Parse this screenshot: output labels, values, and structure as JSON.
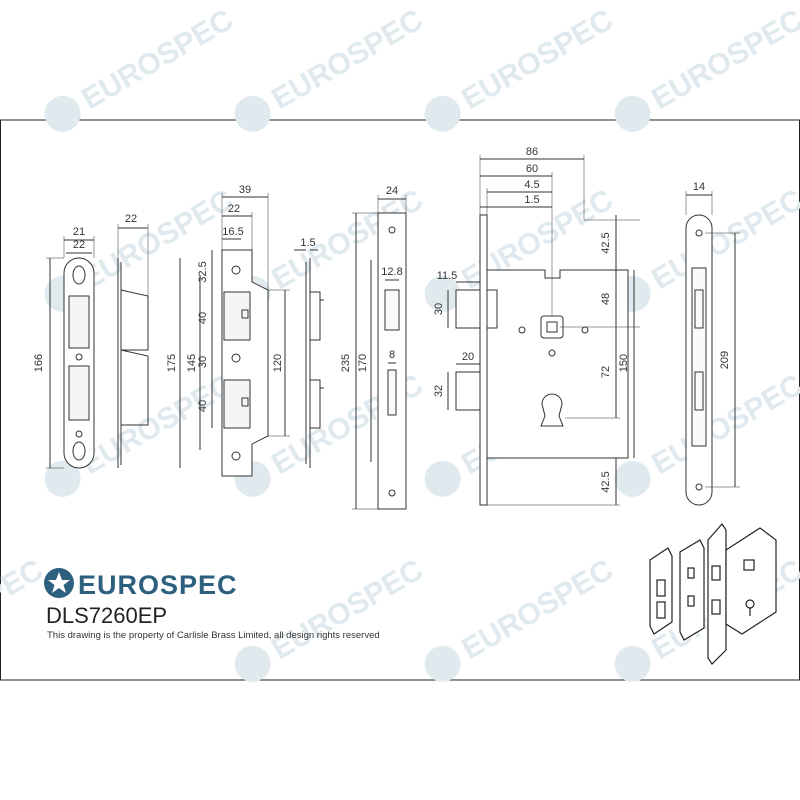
{
  "brand": {
    "name": "EUROSPEC",
    "watermark_text": "EUROSPEC",
    "color": "#2d5f7e",
    "watermark_color": "#dfe9ee"
  },
  "product": {
    "code": "DLS7260EP"
  },
  "footer": {
    "copyright": "This drawing is the property of Carlisle Brass Limited, all design rights reserved"
  },
  "dimensions": {
    "strike_plate": {
      "width_top": "21",
      "width_bottom": "22",
      "height": "166",
      "depth": "22"
    },
    "keep": {
      "overall_width": "39",
      "width": "22",
      "inner_width": "16.5",
      "top_offset": "32.5",
      "slot1": "40",
      "gap": "30",
      "slot2": "40",
      "height_outer": "175",
      "height_mid": "145",
      "height_inner": "120",
      "thickness": "1.5"
    },
    "forend": {
      "width": "24",
      "bolt_width": "12.8",
      "latch_width": "8",
      "height_outer": "235",
      "height_inner": "170"
    },
    "lock_body": {
      "overall": "86",
      "backset": "60",
      "offset1": "4.5",
      "offset2": "1.5",
      "latch_proj": "11.5",
      "latch_height": "30",
      "deadbolt_proj": "20",
      "deadbolt_height": "32",
      "top": "42.5",
      "follower": "48",
      "centres": "72",
      "height": "150",
      "bottom": "42.5"
    },
    "side_forend": {
      "width": "14",
      "height": "209"
    }
  }
}
